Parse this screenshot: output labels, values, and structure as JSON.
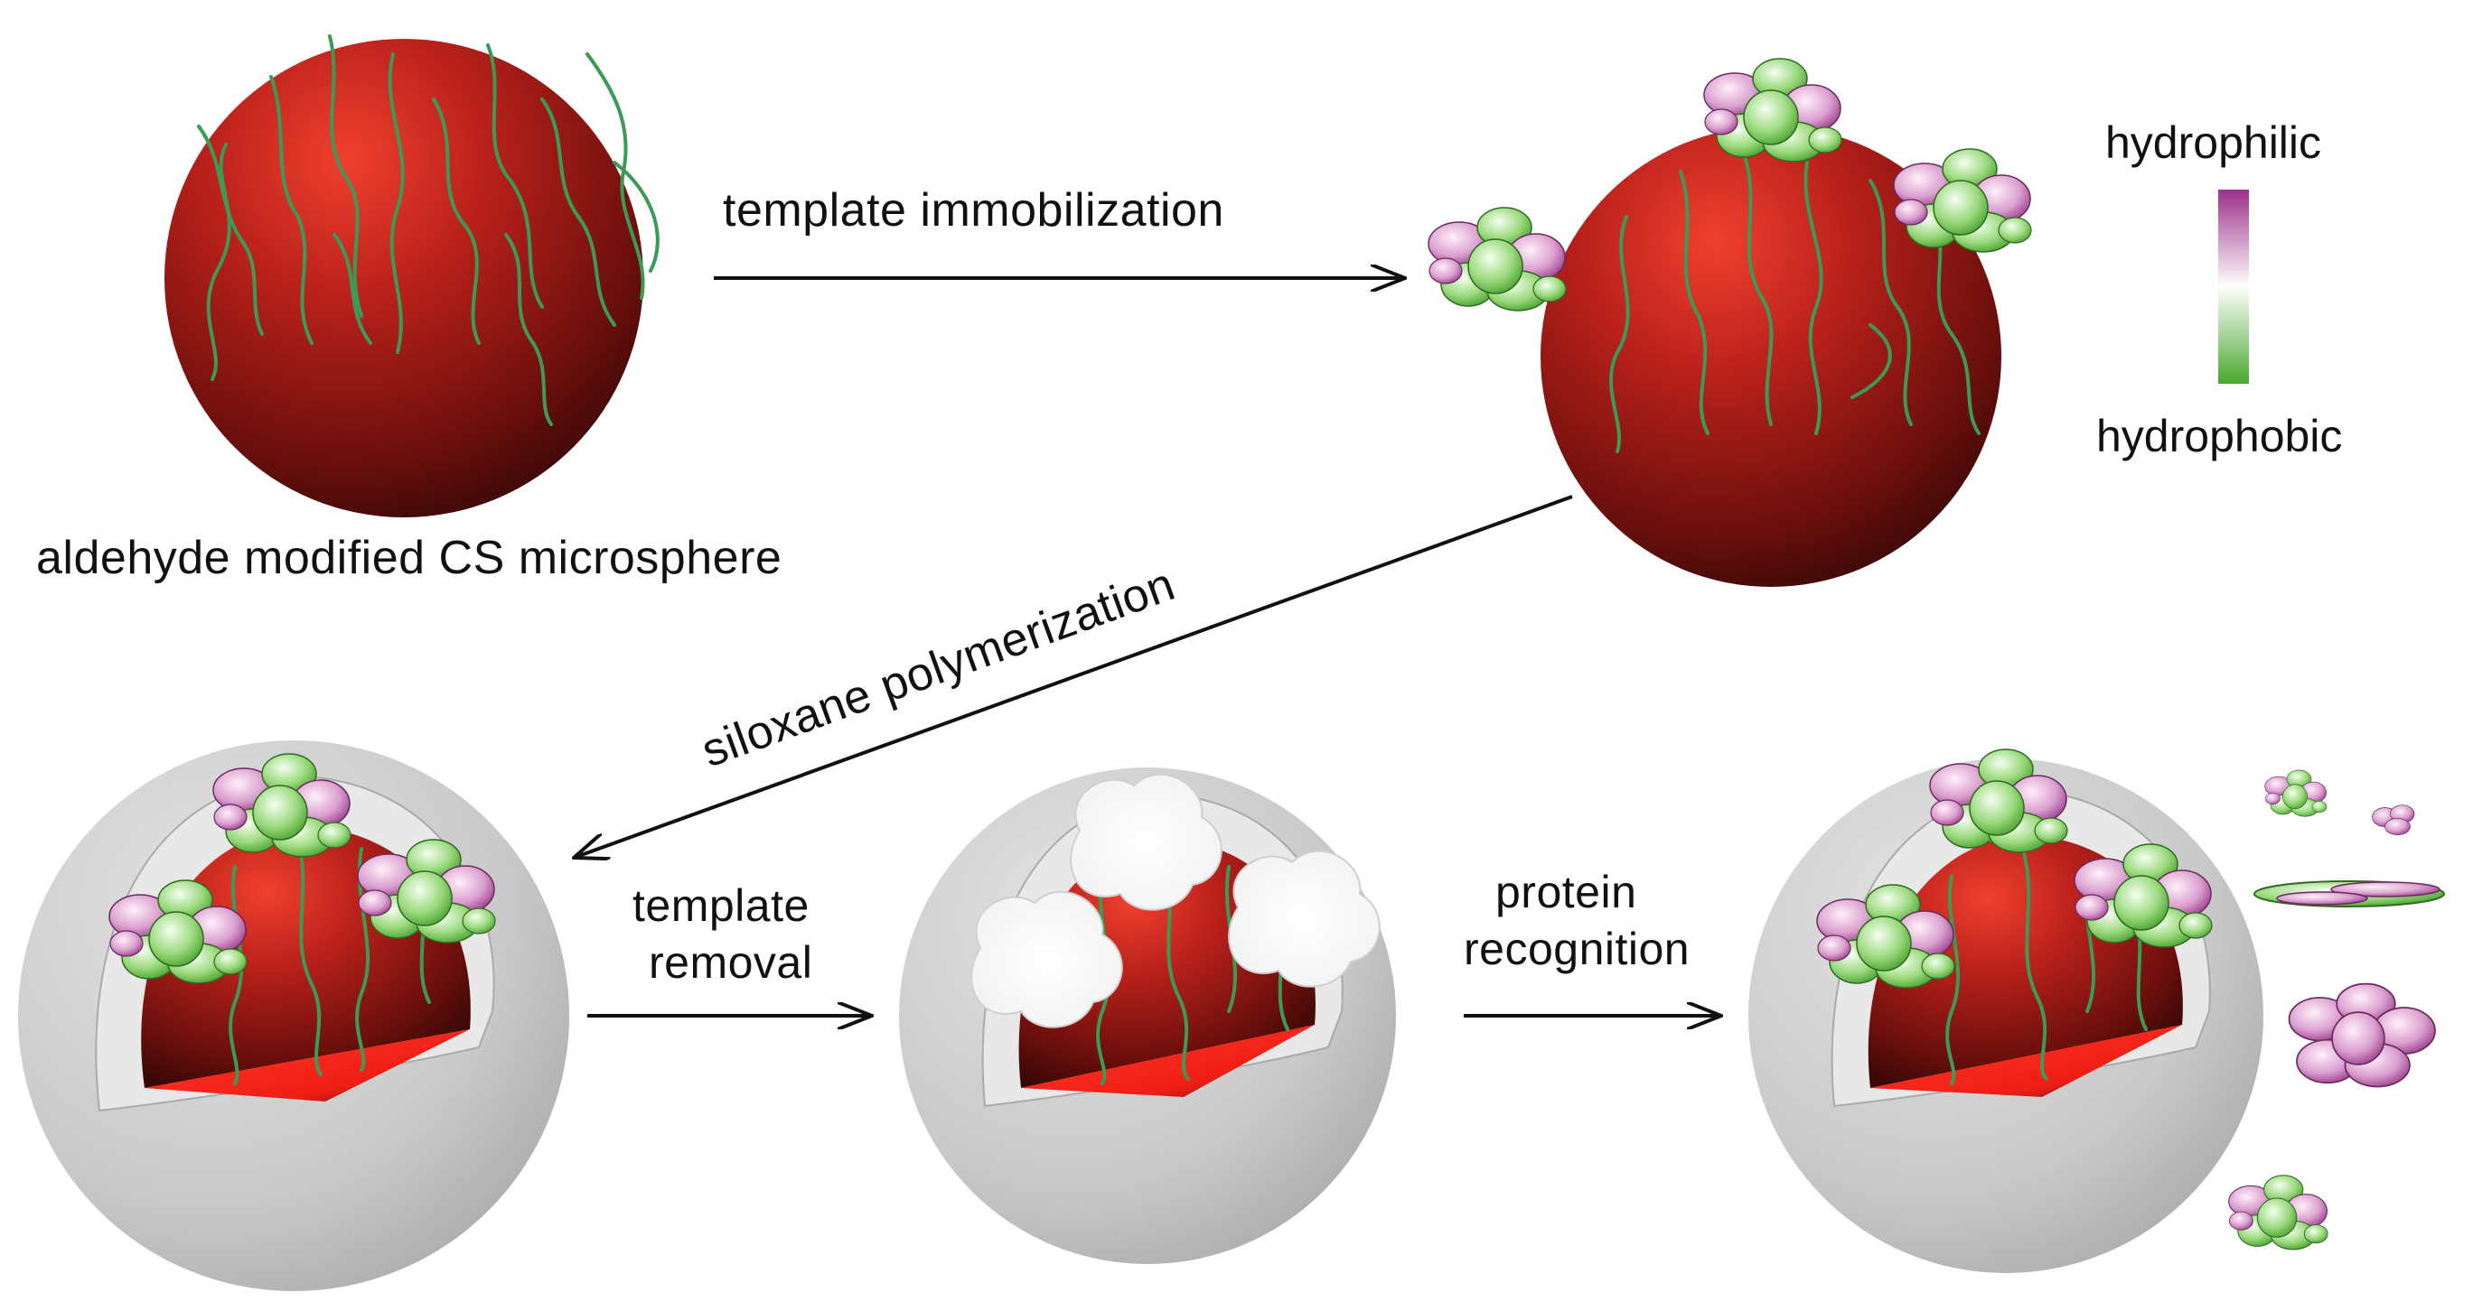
{
  "labels": {
    "start_particle": "aldehyde modified CS microsphere",
    "step1": "template immobilization",
    "step2": "siloxane polymerization",
    "step3_line1": "template",
    "step3_line2": "removal",
    "step4_line1": "protein",
    "step4_line2": "recognition"
  },
  "legend": {
    "top": "hydrophilic",
    "bottom": "hydrophobic",
    "colors": {
      "top": "#9b2f8a",
      "middle": "#ffffff",
      "bottom": "#4aa82e"
    }
  },
  "colors": {
    "core_dark": "#3a0a08",
    "core_light": "#e83a2c",
    "cut_face": "#ff2a1e",
    "shell": "#c8c8c8",
    "shell_inner": "#e6e6e6",
    "chain": "#3a9a56",
    "protein_green": "#8fd66b",
    "protein_pink": "#d98ec4",
    "cavity": "#ffffff"
  }
}
